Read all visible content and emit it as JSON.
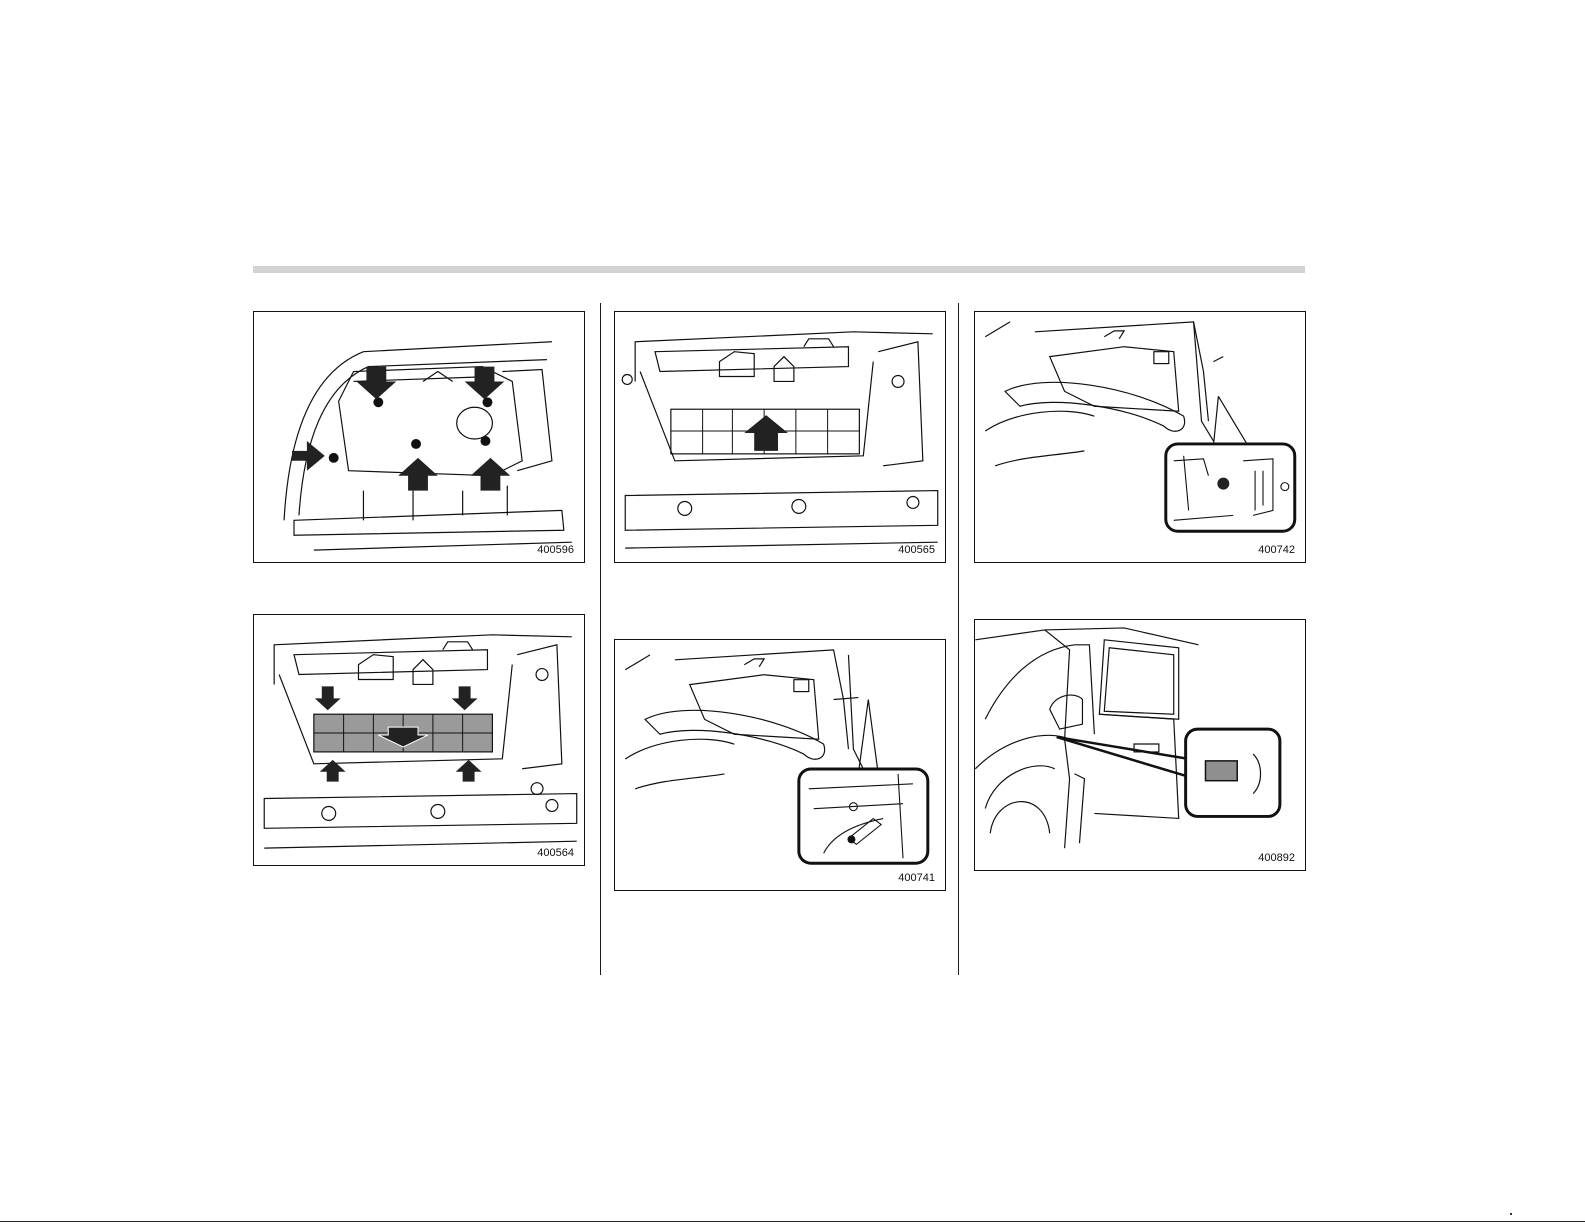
{
  "figures": [
    {
      "id": "400596",
      "subject": "glovebox-cover-screws"
    },
    {
      "id": "400564",
      "subject": "filter-removal"
    },
    {
      "id": "400565",
      "subject": "filter-insert"
    },
    {
      "id": "400741",
      "subject": "glovebox-stopper-hook"
    },
    {
      "id": "400742",
      "subject": "glovebox-stopper-detail"
    },
    {
      "id": "400892",
      "subject": "door-label"
    }
  ],
  "colors": {
    "rule_gray": "#d2d2d2",
    "filter_gray": "#9a9a9a",
    "label_gray": "#8f8f8f",
    "ink": "#111111"
  }
}
